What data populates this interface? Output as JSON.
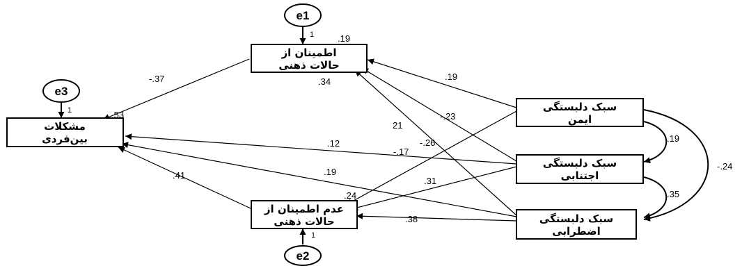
{
  "nodes": {
    "confidence": [
      "اطمینان از",
      "حالات ذهنی"
    ],
    "problems": [
      "مشکلات",
      "بین‌فردی"
    ],
    "no_confidence": [
      "عدم اطمینان از",
      "حالات ذهنی"
    ],
    "secure": [
      "سبک دلبستگی",
      "ایمن"
    ],
    "avoidant": [
      "سبک دلبستگی",
      "اجتنابی"
    ],
    "anxious": [
      "سبک دلبستگی",
      "اضطرابی"
    ]
  },
  "errors": {
    "e1": "e1",
    "e2": "e2",
    "e3": "e3"
  },
  "error_loadings": {
    "e1": "1",
    "e2": "1",
    "e3": "1"
  },
  "r_squared": {
    "confidence": ".19",
    "problems": ".53",
    "no_confidence": ".24"
  },
  "paths": {
    "confidence_to_problems": "-.37",
    "no_confidence_to_problems": ".41",
    "avoidant_to_problems": ".12",
    "anxious_to_problems": ".19",
    "secure_to_confidence": ".19",
    "avoidant_to_confidence": "-.23",
    "anxious_to_confidence": "21",
    "secure_to_no_confidence": "-.26",
    "avoidant_to_no_confidence": ".31",
    "anxious_to_no_confidence": ".38",
    "floating_34": ".34",
    "floating_17": "-.17"
  },
  "covariances": {
    "secure_avoidant": ".19",
    "avoidant_anxious": ".35",
    "secure_anxious": "-.24"
  }
}
